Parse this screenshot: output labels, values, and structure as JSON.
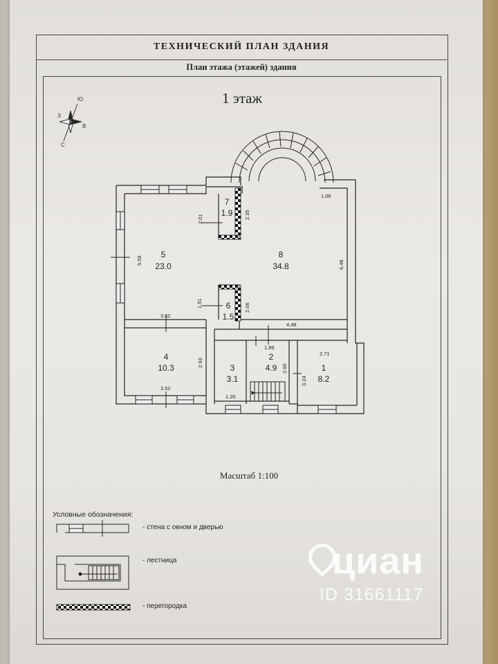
{
  "header": {
    "title": "ТЕХНИЧЕСКИЙ ПЛАН ЗДАНИЯ",
    "subtitle": "План этажа (этажей) здания"
  },
  "plan": {
    "floor_label": "1 этаж",
    "compass_letters": [
      "Ю",
      "В",
      "З",
      "С"
    ],
    "rooms": [
      {
        "number": "1",
        "area": "8.2"
      },
      {
        "number": "2",
        "area": "4.9"
      },
      {
        "number": "3",
        "area": "3.1"
      },
      {
        "number": "4",
        "area": "10.3"
      },
      {
        "number": "5",
        "area": "23.0"
      },
      {
        "number": "6",
        "area": "1.5"
      },
      {
        "number": "7",
        "area": "1.9"
      },
      {
        "number": "8",
        "area": "34.8"
      }
    ],
    "dimensions": [
      "1.06",
      "2.01",
      "2.35",
      "5.59",
      "6.48",
      "1.51",
      "2.06",
      "3.52",
      "4.48",
      "1.89",
      "2.71",
      "2.93",
      "2.60",
      "3.24",
      "3.52",
      "1.20"
    ]
  },
  "scale_label": "Масштаб 1:100",
  "legend": {
    "title": "Условные обозначения:",
    "items": [
      {
        "label": "- стена с окном и дверью"
      },
      {
        "label": "- лестница"
      },
      {
        "label": "- перегородка"
      }
    ]
  },
  "watermark": {
    "brand": "циан",
    "id_text": "ID 31661117"
  }
}
